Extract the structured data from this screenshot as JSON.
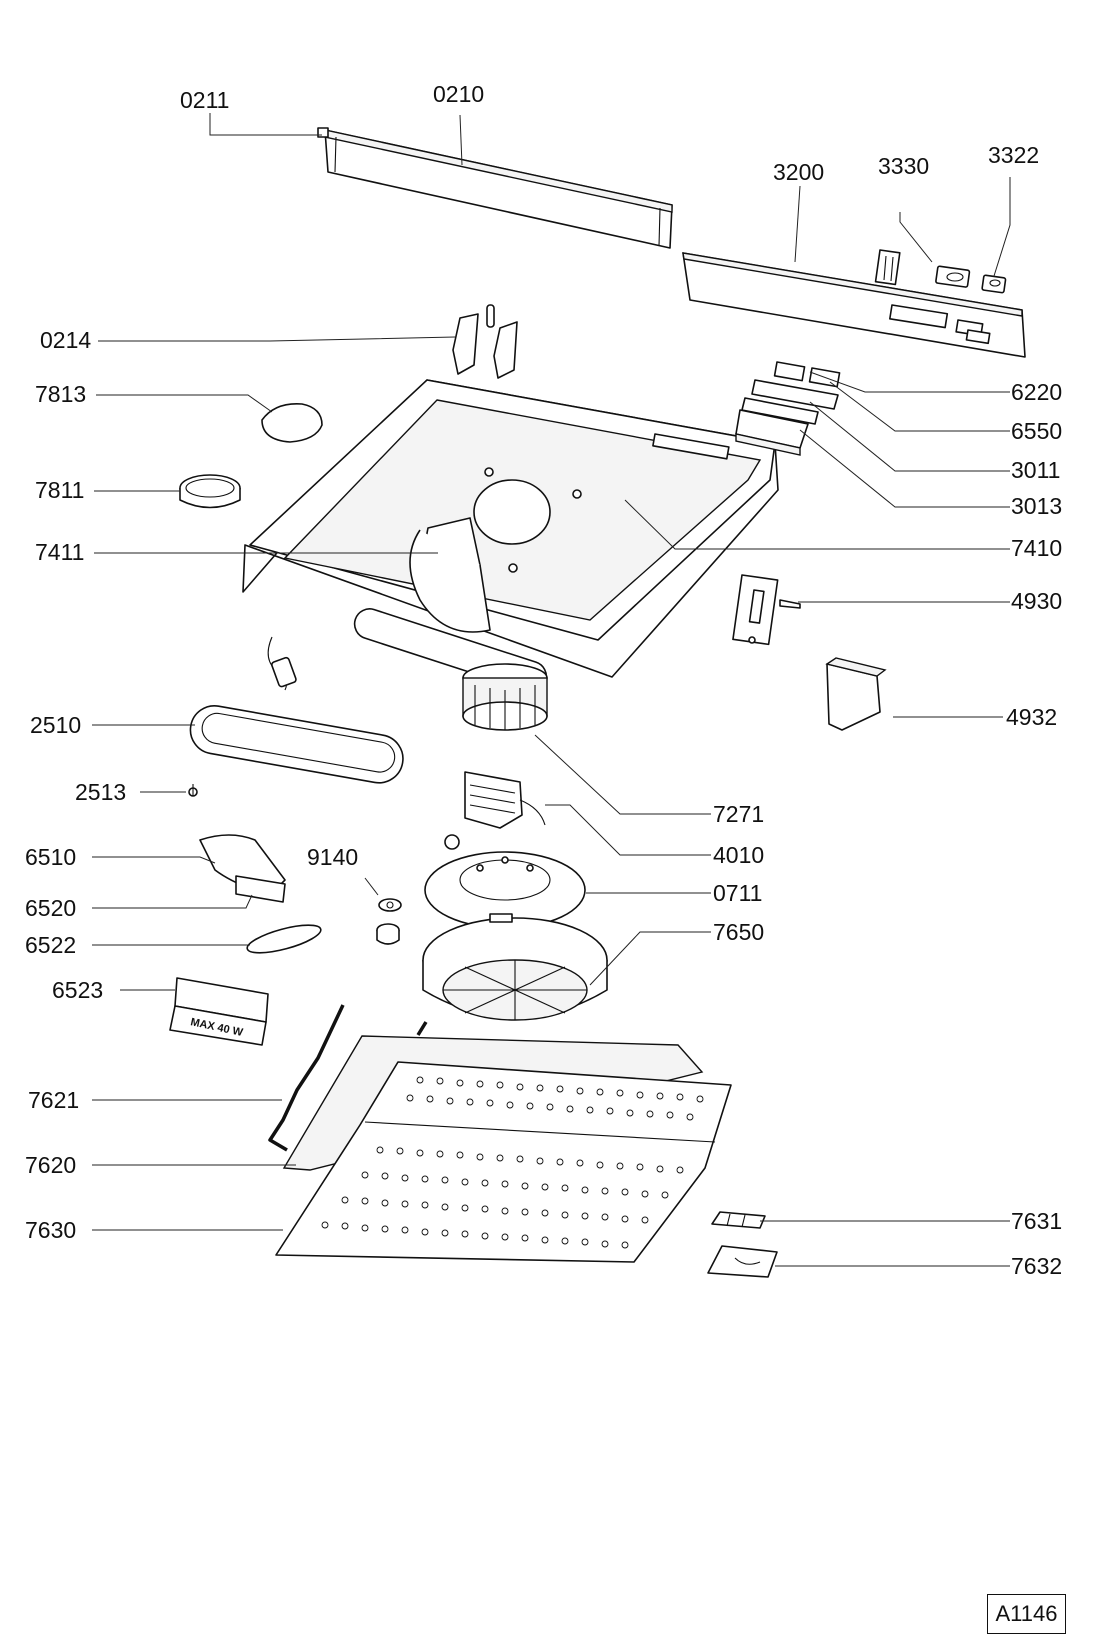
{
  "colors": {
    "line": "#111111",
    "background": "#ffffff"
  },
  "drawing_code": "A1146",
  "lamp_label": "MAX 40 W",
  "parts": [
    {
      "number": "0211"
    },
    {
      "number": "0210"
    },
    {
      "number": "3200"
    },
    {
      "number": "3330"
    },
    {
      "number": "3322"
    },
    {
      "number": "0214"
    },
    {
      "number": "6220"
    },
    {
      "number": "7813"
    },
    {
      "number": "6550"
    },
    {
      "number": "3011"
    },
    {
      "number": "7811"
    },
    {
      "number": "3013"
    },
    {
      "number": "7411"
    },
    {
      "number": "7410"
    },
    {
      "number": "4930"
    },
    {
      "number": "4932"
    },
    {
      "number": "2510"
    },
    {
      "number": "2513"
    },
    {
      "number": "7271"
    },
    {
      "number": "4010"
    },
    {
      "number": "6510"
    },
    {
      "number": "9140"
    },
    {
      "number": "0711"
    },
    {
      "number": "6520"
    },
    {
      "number": "7650"
    },
    {
      "number": "6522"
    },
    {
      "number": "6523"
    },
    {
      "number": "7621"
    },
    {
      "number": "7620"
    },
    {
      "number": "7630"
    },
    {
      "number": "7631"
    },
    {
      "number": "7632"
    }
  ]
}
